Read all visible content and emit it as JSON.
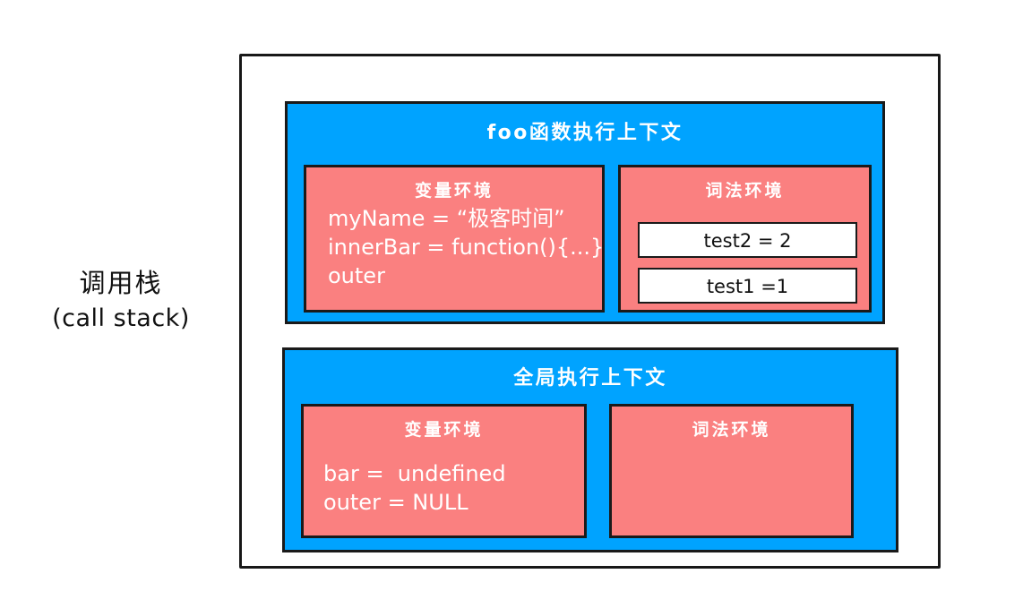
{
  "diagram": {
    "stack_label": {
      "cjk": "调用栈",
      "latin": "(call stack)"
    },
    "colors": {
      "context_blue": "#00A3FF",
      "environment_salmon": "#FA8080",
      "slot_white": "#FFFFFF",
      "stroke_black": "#1A1A1A",
      "page_background": "#FFFFFF"
    },
    "contexts": [
      {
        "id": "foo",
        "title": "foo函数执行上下文",
        "variable_environment": {
          "title": "变量环境",
          "lines": "myName = “极客时间”\ninnerBar = function(){...}\nouter"
        },
        "lexical_environment": {
          "title": "词法环境",
          "slots": [
            "test2 = 2",
            "test1 =1"
          ]
        }
      },
      {
        "id": "global",
        "title": "全局执行上下文",
        "variable_environment": {
          "title": "变量环境",
          "lines": "bar =  undefined\nouter = NULL"
        },
        "lexical_environment": {
          "title": "词法环境",
          "slots": []
        }
      }
    ]
  }
}
